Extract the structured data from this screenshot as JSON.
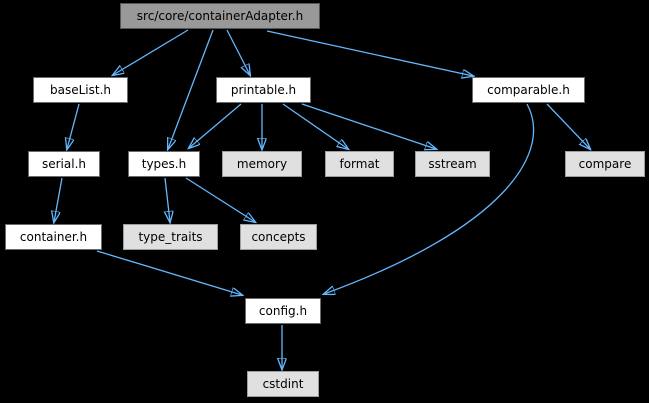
{
  "graph": {
    "type": "include-dependency-graph",
    "background_color": "#000000",
    "edge_color": "#63b8ff",
    "node_colors": {
      "root_fill": "#999999",
      "internal_fill": "#ffffff",
      "system_fill": "#e0e0e0",
      "text": "#000000"
    },
    "nodes": [
      {
        "id": "containerAdapter",
        "label": "src/core/containerAdapter.h",
        "kind": "root"
      },
      {
        "id": "baseList",
        "label": "baseList.h",
        "kind": "internal"
      },
      {
        "id": "printable",
        "label": "printable.h",
        "kind": "internal"
      },
      {
        "id": "comparable",
        "label": "comparable.h",
        "kind": "internal"
      },
      {
        "id": "serial",
        "label": "serial.h",
        "kind": "internal"
      },
      {
        "id": "types",
        "label": "types.h",
        "kind": "internal"
      },
      {
        "id": "memory",
        "label": "memory",
        "kind": "system"
      },
      {
        "id": "format",
        "label": "format",
        "kind": "system"
      },
      {
        "id": "sstream",
        "label": "sstream",
        "kind": "system"
      },
      {
        "id": "compare",
        "label": "compare",
        "kind": "system"
      },
      {
        "id": "container",
        "label": "container.h",
        "kind": "internal"
      },
      {
        "id": "type_traits",
        "label": "type_traits",
        "kind": "system"
      },
      {
        "id": "concepts",
        "label": "concepts",
        "kind": "system"
      },
      {
        "id": "config",
        "label": "config.h",
        "kind": "internal"
      },
      {
        "id": "cstdint",
        "label": "cstdint",
        "kind": "system"
      }
    ],
    "edges": [
      {
        "from": "src/core/containerAdapter.h",
        "to": "baseList.h"
      },
      {
        "from": "src/core/containerAdapter.h",
        "to": "types.h"
      },
      {
        "from": "src/core/containerAdapter.h",
        "to": "printable.h"
      },
      {
        "from": "src/core/containerAdapter.h",
        "to": "comparable.h"
      },
      {
        "from": "baseList.h",
        "to": "serial.h"
      },
      {
        "from": "printable.h",
        "to": "types.h"
      },
      {
        "from": "printable.h",
        "to": "memory"
      },
      {
        "from": "printable.h",
        "to": "format"
      },
      {
        "from": "printable.h",
        "to": "sstream"
      },
      {
        "from": "comparable.h",
        "to": "compare"
      },
      {
        "from": "comparable.h",
        "to": "config.h"
      },
      {
        "from": "serial.h",
        "to": "container.h"
      },
      {
        "from": "types.h",
        "to": "type_traits"
      },
      {
        "from": "types.h",
        "to": "concepts"
      },
      {
        "from": "container.h",
        "to": "config.h"
      },
      {
        "from": "config.h",
        "to": "cstdint"
      }
    ]
  }
}
